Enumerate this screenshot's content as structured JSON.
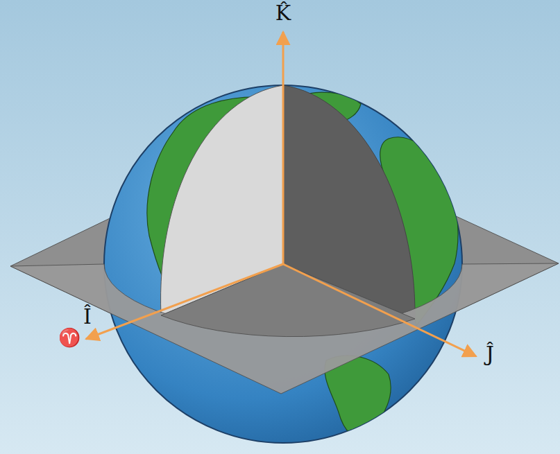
{
  "diagram": {
    "labels": [
      "K̂",
      "♈",
      "Î",
      "Ĵ"
    ]
  }
}
